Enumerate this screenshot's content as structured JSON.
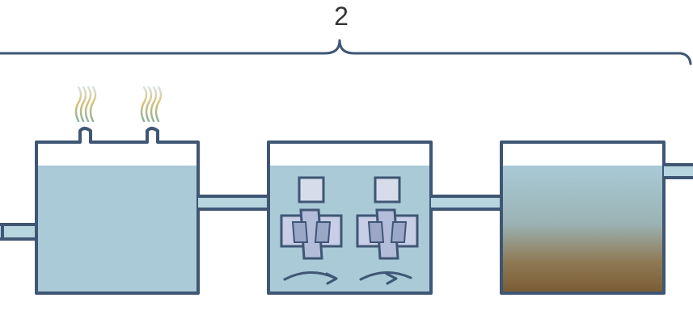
{
  "diagram": {
    "bracket_label": "2",
    "colors": {
      "outline": "#3f5674",
      "water": "#a9cad6",
      "pipe_water": "#b7d5df",
      "sediment": "#8b6d46",
      "impeller": "#c7cee6",
      "impeller_dark": "#9aa7c6",
      "motor": "#d6dcea",
      "vapor_green": "#7fae92",
      "vapor_yellow": "#d7c27d",
      "vapor_light": "#d9e4df"
    },
    "components": [
      {
        "name": "settling-tank",
        "icon": "gas-vents"
      },
      {
        "name": "aeration-tank",
        "icon": "mixers"
      },
      {
        "name": "sedimentation-tank",
        "icon": "sludge-layer"
      }
    ]
  }
}
